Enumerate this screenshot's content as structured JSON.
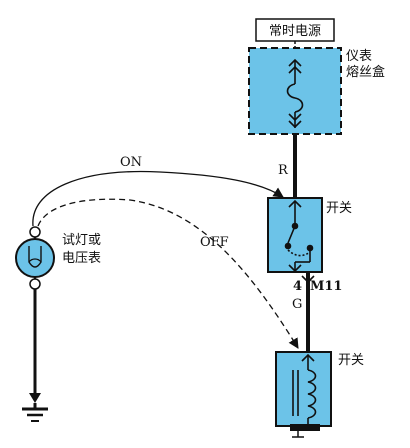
{
  "colors": {
    "component_fill": "#6CC3E8",
    "wire": "#111111",
    "background": "#ffffff"
  },
  "labels": {
    "power_source": "常时电源",
    "fuse_box_line1": "仪表",
    "fuse_box_line2": "熔丝盒",
    "wire_r": "R",
    "switch_top": "开关",
    "pin_number": "4",
    "connector": "M11",
    "wire_g": "G",
    "switch_bottom": "开关",
    "on": "ON",
    "off": "OFF",
    "tester_line1": "试灯或",
    "tester_line2": "电压表"
  },
  "icons": {
    "tester": "test-lamp-icon",
    "ground": "ground-icon",
    "fuse": "fuse-icon",
    "coil": "coil-icon",
    "switch": "switch-icon"
  }
}
